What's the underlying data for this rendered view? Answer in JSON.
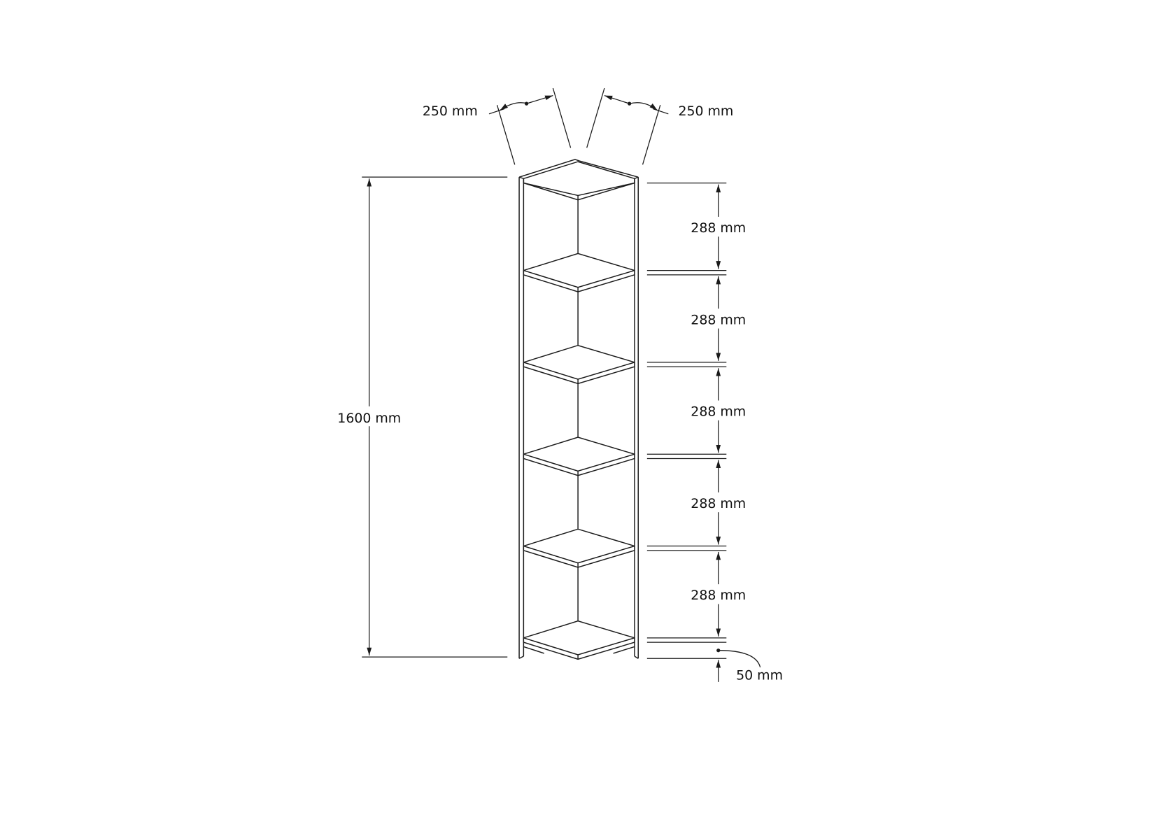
{
  "drawing": {
    "subject": "Five-shelf corner bookcase dimension drawing",
    "units": "mm",
    "colors": {
      "line": "#1a1a1a",
      "background": "#ffffff"
    }
  },
  "dimensions": {
    "depth_left": "250 mm",
    "depth_right": "250 mm",
    "total_height": "1600 mm",
    "shelf_gaps": [
      "288 mm",
      "288 mm",
      "288 mm",
      "288 mm",
      "288 mm"
    ],
    "base_height": "50 mm"
  }
}
